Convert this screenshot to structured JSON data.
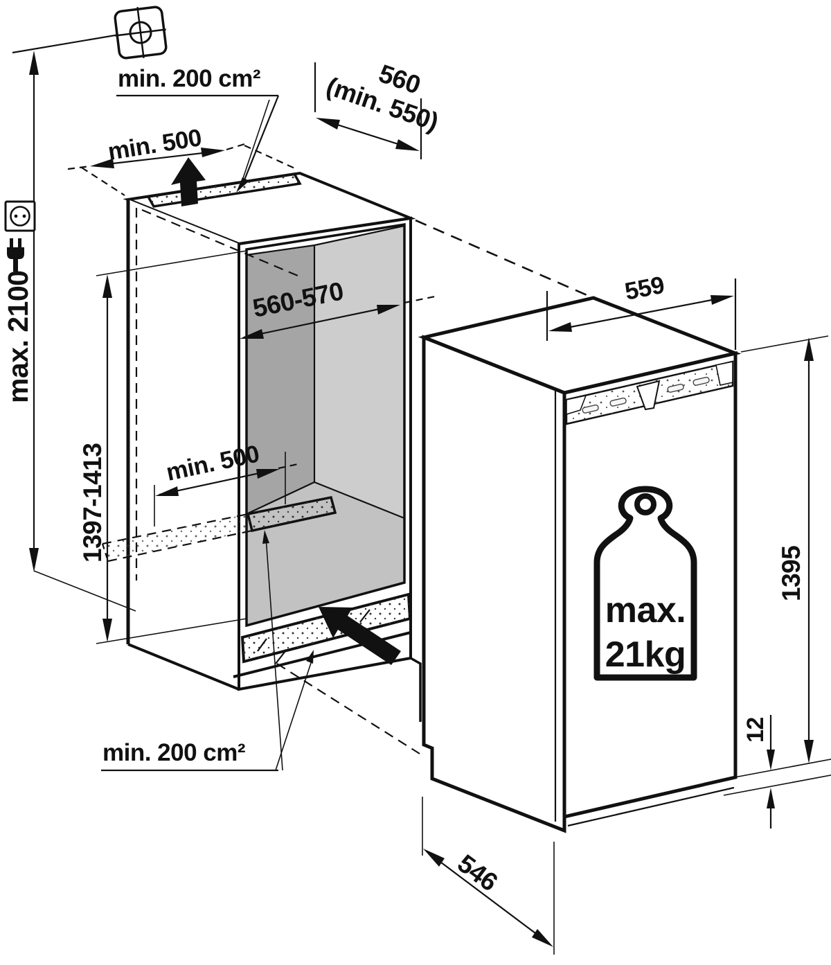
{
  "diagram": {
    "niche": {
      "depth": "560",
      "depth_min": "(min. 550)",
      "width_range": "560-570",
      "height_range": "1397-1413"
    },
    "installation": {
      "max_total_height": "max. 2100",
      "top_vent_area": "min. 200 cm²",
      "bottom_vent_area": "min. 200 cm²",
      "top_vent_width": "min. 500",
      "bottom_vent_width": "min. 500"
    },
    "appliance": {
      "width": "559",
      "height": "1395",
      "depth": "546",
      "bottom_gap": "12",
      "door_weight_prefix": "max.",
      "door_weight_value": "21kg"
    },
    "icons": {
      "socket": "power-socket",
      "plug": "power-plug",
      "ceiling_fixing": "ceiling-fixing-mark",
      "air_out": "airflow-up-arrow",
      "air_in": "airflow-inlet-arrow",
      "weight": "max-door-weight"
    }
  }
}
